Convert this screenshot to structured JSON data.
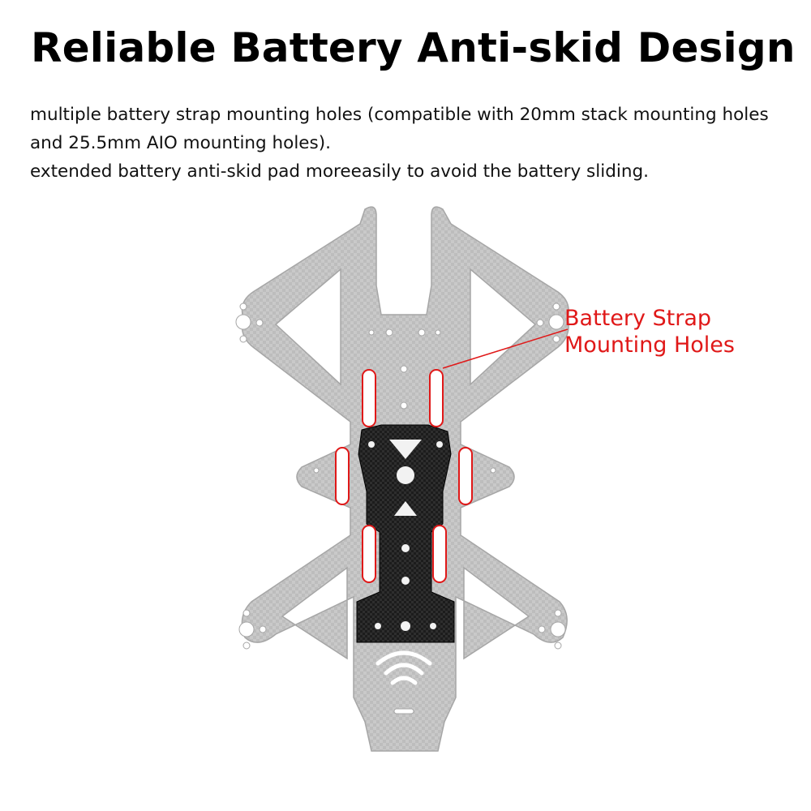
{
  "header": {
    "title": "Reliable Battery Anti-skid Design"
  },
  "description": {
    "line1": "multiple battery strap mounting holes (compatible with 20mm stack mounting holes and 25.5mm AIO mounting holes).",
    "line2": "extended battery anti-skid pad moreeasily to avoid the battery sliding."
  },
  "callout": {
    "line1": "Battery Strap",
    "line2": "Mounting Holes",
    "color": "#e01818"
  },
  "colors": {
    "frame": "#c9c9c9",
    "frame_edge": "#a6a6a6",
    "pad": "#1c1c1c",
    "highlight": "#e01818"
  }
}
